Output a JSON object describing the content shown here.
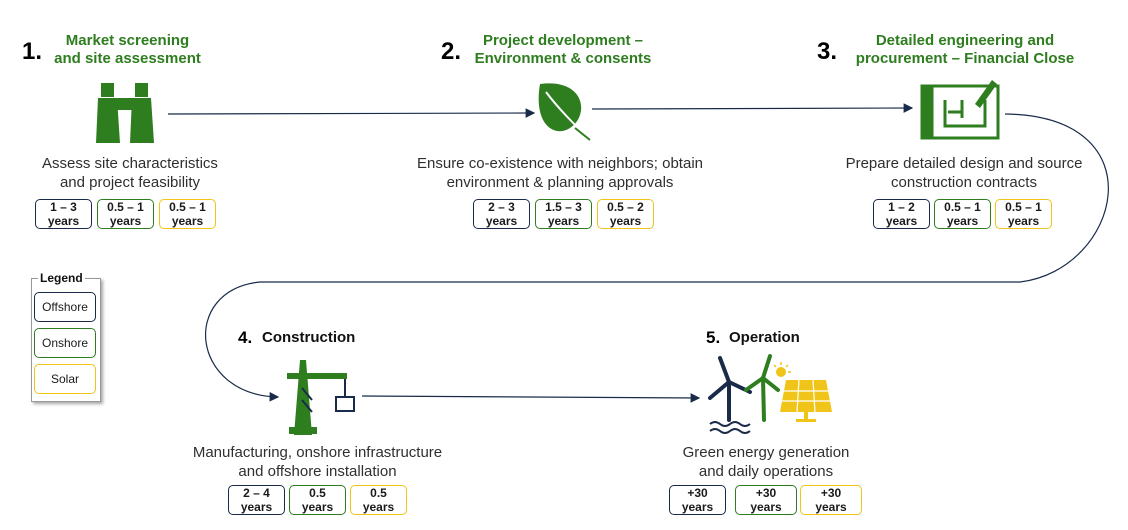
{
  "steps": [
    {
      "number": "1.",
      "title_line1": "Market screening",
      "title_line2": "and site assessment",
      "desc_line1": "Assess site characteristics",
      "desc_line2": "and project feasibility",
      "durations": [
        {
          "l1": "1 – 3",
          "l2": "years"
        },
        {
          "l1": "0.5 – 1",
          "l2": "years"
        },
        {
          "l1": "0.5 – 1",
          "l2": "years"
        }
      ],
      "icon": "binoculars-icon"
    },
    {
      "number": "2.",
      "title_line1": "Project development –",
      "title_line2": "Environment & consents",
      "desc_line1": "Ensure co-existence with neighbors; obtain",
      "desc_line2": "environment & planning approvals",
      "durations": [
        {
          "l1": "2 – 3",
          "l2": "years"
        },
        {
          "l1": "1.5 – 3",
          "l2": "years"
        },
        {
          "l1": "0.5 – 2",
          "l2": "years"
        }
      ],
      "icon": "leaf-icon"
    },
    {
      "number": "3.",
      "title_line1": "Detailed engineering and",
      "title_line2": "procurement – Financial Close",
      "desc_line1": "Prepare detailed design and source",
      "desc_line2": "construction contracts",
      "durations": [
        {
          "l1": "1 – 2",
          "l2": "years"
        },
        {
          "l1": "0.5 – 1",
          "l2": "years"
        },
        {
          "l1": "0.5 – 1",
          "l2": "years"
        }
      ],
      "icon": "blueprint-icon"
    },
    {
      "number": "4.",
      "title": "Construction",
      "desc_line1": "Manufacturing, onshore infrastructure",
      "desc_line2": "and offshore installation",
      "durations": [
        {
          "l1": "2 – 4",
          "l2": "years"
        },
        {
          "l1": "0.5",
          "l2": "years"
        },
        {
          "l1": "0.5",
          "l2": "years"
        }
      ],
      "icon": "crane-icon"
    },
    {
      "number": "5.",
      "title": "Operation",
      "desc_line1": "Green energy generation",
      "desc_line2": "and daily operations",
      "durations": [
        {
          "l1": "+30",
          "l2": "years"
        },
        {
          "l1": "+30",
          "l2": "years"
        },
        {
          "l1": "+30",
          "l2": "years"
        }
      ],
      "icon": "wind-solar-icon"
    }
  ],
  "legend": {
    "title": "Legend",
    "items": [
      {
        "label": "Offshore",
        "color": "#1a2b4a"
      },
      {
        "label": "Onshore",
        "color": "#2e7d1f"
      },
      {
        "label": "Solar",
        "color": "#f0c419"
      }
    ]
  },
  "colors": {
    "green": "#2e7d1f",
    "navy": "#1a2b4a",
    "yellow": "#f0c419"
  }
}
